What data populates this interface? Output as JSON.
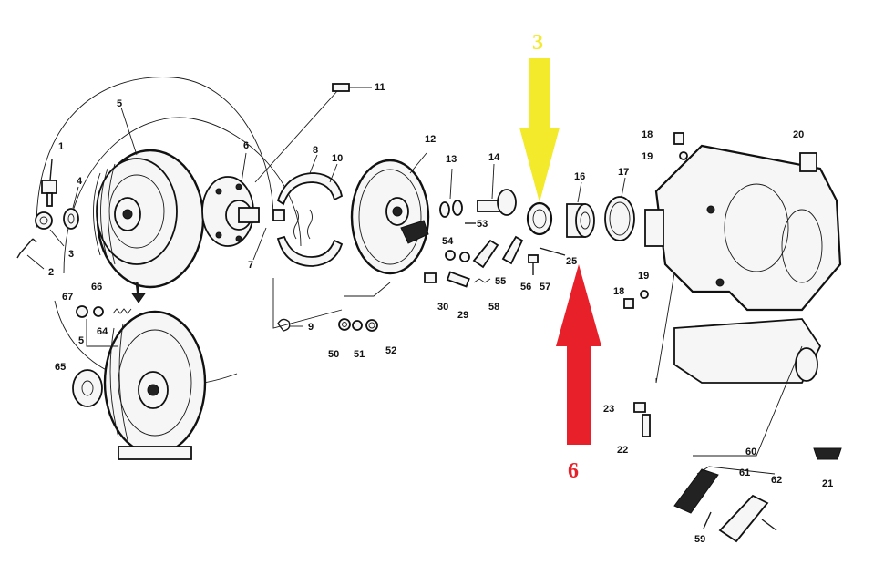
{
  "parts": {
    "p1": "1",
    "p2": "2",
    "p3": "3",
    "p4": "4",
    "p5": "5",
    "p5b": "5",
    "p6": "6",
    "p7": "7",
    "p8": "8",
    "p9": "9",
    "p10": "10",
    "p11": "11",
    "p12": "12",
    "p13": "13",
    "p14": "14",
    "p16": "16",
    "p17": "17",
    "p18": "18",
    "p18b": "18",
    "p19": "19",
    "p19b": "19",
    "p20": "20",
    "p21": "21",
    "p22": "22",
    "p23": "23",
    "p25": "25",
    "p29": "29",
    "p30": "30",
    "p50": "50",
    "p51": "51",
    "p52": "52",
    "p53": "53",
    "p54": "54",
    "p55": "55",
    "p56": "56",
    "p57": "57",
    "p58": "58",
    "p59": "59",
    "p60": "60",
    "p61": "61",
    "p62": "62",
    "p64": "64",
    "p65": "65",
    "p66": "66",
    "p67": "67"
  },
  "callouts": {
    "yellow_label": "3",
    "red_label": "6",
    "yellow_color": "#f2ea2a",
    "red_color": "#e8202a"
  }
}
